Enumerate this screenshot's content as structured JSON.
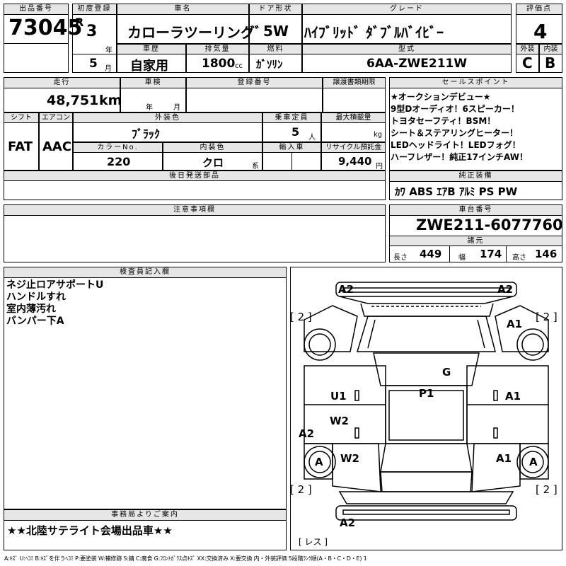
{
  "header": {
    "lot_label": "出品番号",
    "lot_number": "73045",
    "first_reg_label": "初度登録",
    "era": "R",
    "year": "3",
    "year_unit": "年",
    "month": "5",
    "month_unit": "月",
    "car_name_label": "車名",
    "car_name": "カローラツーリングﾞ",
    "door_label": "ドア形状",
    "door": "5W",
    "grade_label": "グレード",
    "grade": "ﾊｲﾌﾞﾘｯﾄﾞ ﾀﾞﾌﾞﾙﾊﾞｲﾋﾞｰ",
    "score_label": "評価点",
    "score": "4",
    "history_label": "車歴",
    "history": "自家用",
    "displacement_label": "排気量",
    "displacement": "1800",
    "displacement_unit": "cc",
    "fuel_label": "燃料",
    "fuel": "ｶﾞｿﾘﾝ",
    "model_label": "型式",
    "model": "6AA-ZWE211W",
    "exterior_label": "外装",
    "exterior": "C",
    "interior_label": "内装",
    "interior": "B"
  },
  "row2": {
    "mileage_label": "走行",
    "mileage": "48,751",
    "mileage_unit": "km",
    "inspection_label": "車検",
    "inspection_year_unit": "年",
    "inspection_month_unit": "月",
    "reg_label": "登録番号",
    "transfer_label": "譲渡書類期限"
  },
  "row3": {
    "shift_label": "シフト",
    "shift": "FAT",
    "ac_label": "エアコン",
    "ac": "AAC",
    "ext_color_label": "外装色",
    "ext_color": "ﾌﾞﾗｯｸ",
    "capacity_label": "乗車定員",
    "capacity": "5",
    "capacity_unit": "人",
    "load_label": "最大積載量",
    "load_unit": "kg",
    "color_no_label": "カラーNo.",
    "color_no": "220",
    "int_color_label": "内装色",
    "int_color": "クロ",
    "int_color_unit": "系",
    "import_label": "輸入車",
    "recycle_label": "リサイクル預託金",
    "recycle": "9,440",
    "recycle_unit": "円",
    "later_parts_label": "後日発送部品"
  },
  "sales_points": {
    "label": "セールスポイント",
    "lines": [
      "★オークションデビュー★",
      "9型Dオーディオ！6スピーカー！",
      "トヨタセーフティ！BSM！",
      "シート＆ステアリングヒーター！",
      "LEDヘッドライト！LEDフォグ！",
      "ハーフレザー！純正17インチAW！"
    ]
  },
  "equipment": {
    "label": "純正装備",
    "value": "ｶﾜ ABS ｴｱB ｱﾙﾐ PS PW"
  },
  "notes": {
    "label": "注意事項欄"
  },
  "chassis": {
    "label": "車台番号",
    "number": "ZWE211-6077760",
    "dims_label": "諸元",
    "length_label": "長さ",
    "length": "449",
    "width_label": "幅",
    "width": "174",
    "height_label": "高さ",
    "height": "146"
  },
  "inspector": {
    "label": "検査員記入欄",
    "lines": [
      "ネジ止ロアサポートU",
      "ハンドルすれ",
      "室内薄汚れ",
      "バンパー下A"
    ]
  },
  "office": {
    "label": "事務局よりご案内",
    "message": "★★北陸サテライト会場出品車★★"
  },
  "diagram": {
    "marks": {
      "front_left": "A2",
      "front_right": "A2",
      "bracket_tl": "[ 2 ]",
      "bracket_tr": "[ 2 ]",
      "fender_r": "A1",
      "glass": "G",
      "door_l": "U1",
      "roof": "P1",
      "door_r": "A1",
      "rear_door_l": "W2",
      "quarter_l": "A2",
      "tire_rl": "A",
      "wheel_rl": "W2",
      "rear_r": "A1",
      "tire_rr": "A",
      "bracket_bl": "[ 2 ]",
      "bracket_br": "[ 2 ]",
      "rear": "A2",
      "les": "[ レス ]"
    }
  },
  "legend": "A:ｷｽﾞ U:ﾍｺﾐ B:ｷｽﾞを伴うﾍｺﾐ P:要塗装 W:補修跡 S:錆 C:腐食 G:ﾌﾛﾝﾄｶﾞﾗｽ点ｷｽﾞ XX:交換済み X:要交換 内・外装評価 5段階ﾗﾝｸ順(A・B・C・D・E) 1"
}
